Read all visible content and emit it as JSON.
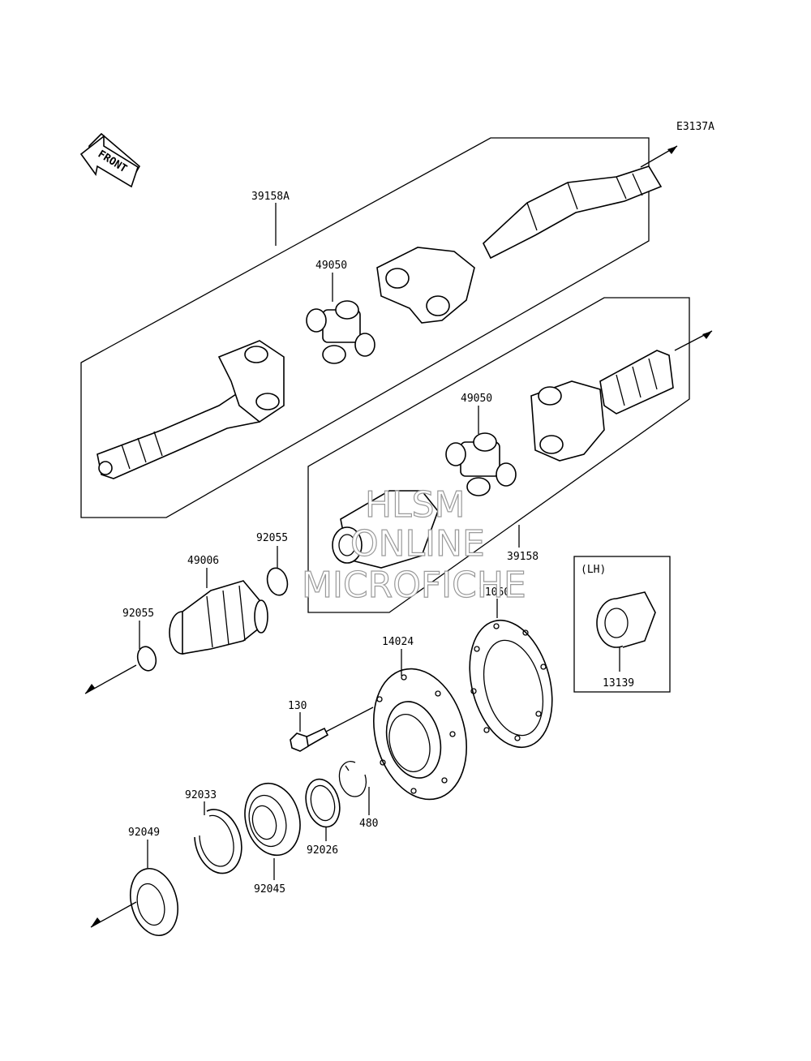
{
  "figure_code": "E3137A",
  "front_label": "FRONT",
  "lh_label": "(LH)",
  "watermark": {
    "line1": "HLSM",
    "line2": "ONLINE",
    "line3": "MICROFICHE"
  },
  "parts": {
    "p39158A": "39158A",
    "p49050_upper": "49050",
    "p49050_lower": "49050",
    "p39158": "39158",
    "p92055_upper": "92055",
    "p49006": "49006",
    "p92055_left": "92055",
    "p11060": "11060",
    "p14024": "14024",
    "p13139": "13139",
    "p130": "130",
    "p92033": "92033",
    "p92049": "92049",
    "p92045": "92045",
    "p92026": "92026",
    "p480": "480"
  }
}
